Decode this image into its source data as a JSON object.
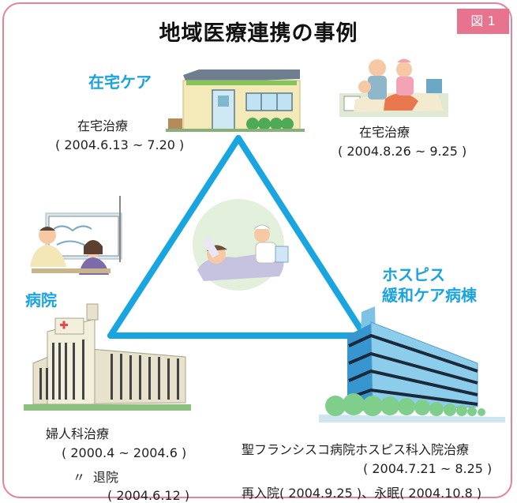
{
  "figure_badge": "図 1",
  "title": "地域医療連携の事例",
  "nodes": {
    "home_care": {
      "label": "在宅ケア"
    },
    "hospital": {
      "label": "病院"
    },
    "hospice": {
      "label_line1": "ホスピス",
      "label_line2": "緩和ケア病棟"
    }
  },
  "notes": {
    "home_left": {
      "line1": "在宅治療",
      "line2": "( 2004.6.13 ~ 7.20 )"
    },
    "home_right": {
      "line1": "在宅治療",
      "line2": "( 2004.8.26 ~ 9.25 )"
    },
    "hospital": {
      "line1": "婦人科治療",
      "line2": "( 2000.4 ~ 2004.6 )",
      "line3_mark": "〃",
      "line3_text": "退院",
      "line4": "( 2004.6.12 )"
    },
    "hospice": {
      "line1": "聖フランシスコ病院ホスピス科入院治療",
      "line2": "( 2004.7.21 ~ 8.25 )",
      "line3": "再入院( 2004.9.25 )、永眠( 2004.10.8 )"
    }
  },
  "colors": {
    "frame": "#e4839a",
    "badge": "#e8738f",
    "accent": "#1aa3de",
    "triangle": "#19a6e0"
  }
}
